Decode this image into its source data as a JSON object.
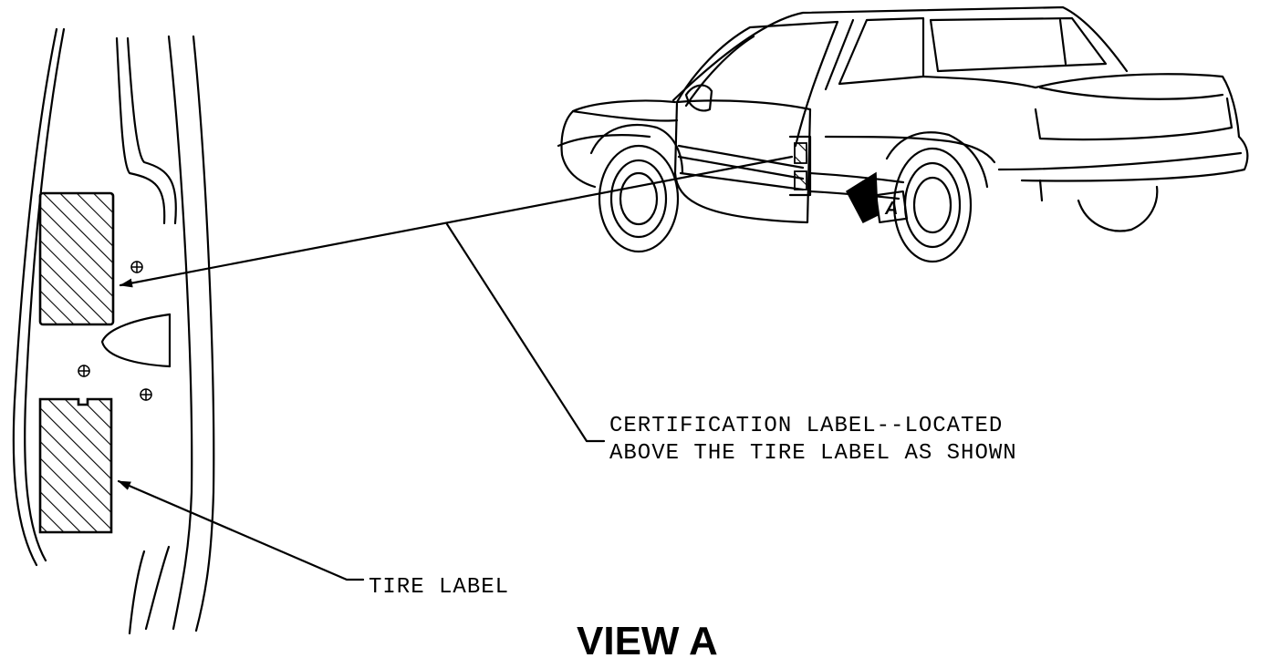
{
  "diagram": {
    "view_title": "VIEW A",
    "view_marker": "A",
    "callouts": {
      "certification_line1": "CERTIFICATION LABEL--LOCATED",
      "certification_line2": "ABOVE THE TIRE LABEL AS SHOWN",
      "tire": "TIRE LABEL"
    }
  }
}
